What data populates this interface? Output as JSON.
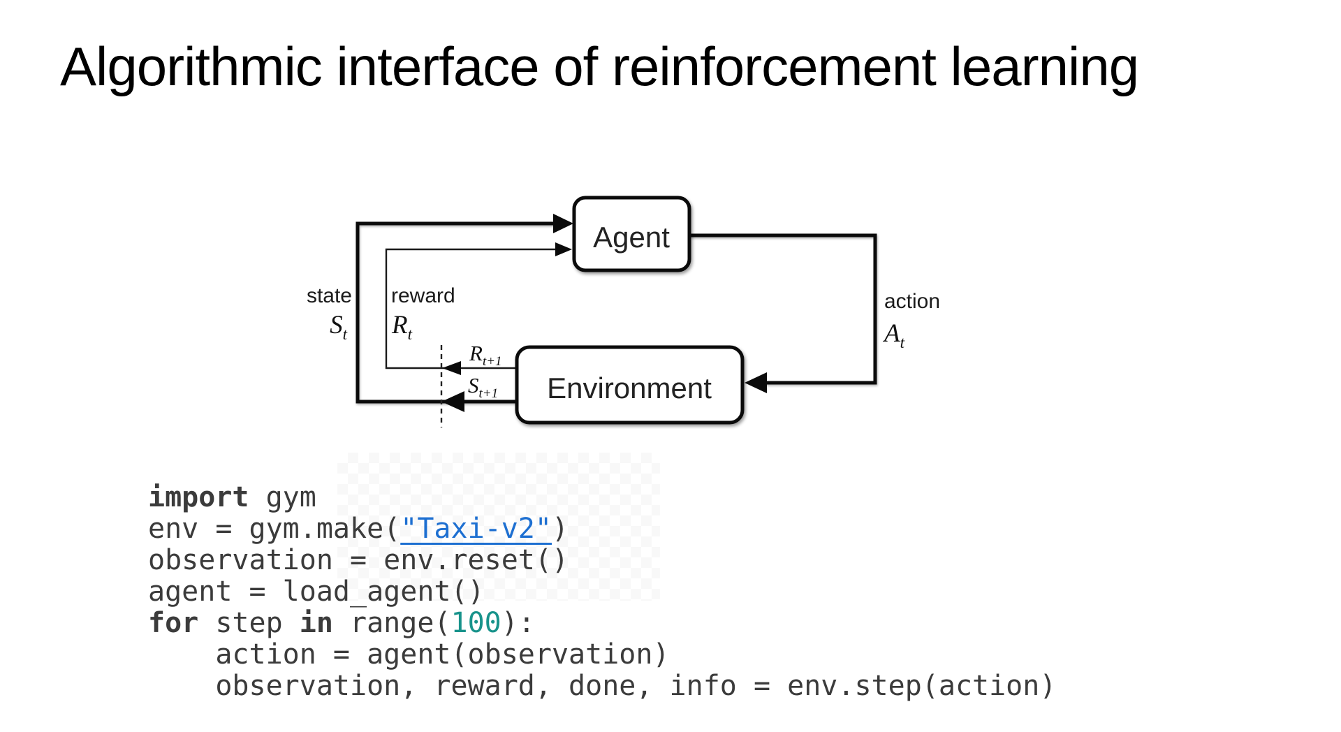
{
  "title": "Algorithmic interface of reinforcement learning",
  "diagram": {
    "agent_label": "Agent",
    "environment_label": "Environment",
    "state_label": "state",
    "reward_label": "reward",
    "action_label": "action",
    "state_sym": {
      "base": "S",
      "sub": "t"
    },
    "reward_sym": {
      "base": "R",
      "sub": "t"
    },
    "action_sym": {
      "base": "A",
      "sub": "t"
    },
    "next_reward_sym": {
      "base": "R",
      "sub": "t+1"
    },
    "next_state_sym": {
      "base": "S",
      "sub": "t+1"
    }
  },
  "code": {
    "language": "python",
    "text_color": "#3b3b3b",
    "keyword_color": "#3b3b3b",
    "number_color": "#18938b",
    "link_color": "#1d6fd1",
    "lines": [
      {
        "segments": [
          {
            "text": "import",
            "style": "keyword"
          },
          {
            "text": " gym",
            "style": "plain"
          }
        ]
      },
      {
        "segments": [
          {
            "text": "env = gym.make(",
            "style": "plain"
          },
          {
            "text": "\"Taxi-v2\"",
            "style": "link"
          },
          {
            "text": ")",
            "style": "plain"
          }
        ]
      },
      {
        "segments": [
          {
            "text": "observation = env.reset()",
            "style": "plain"
          }
        ]
      },
      {
        "segments": [
          {
            "text": "agent = load_agent()",
            "style": "plain"
          }
        ]
      },
      {
        "segments": [
          {
            "text": "for",
            "style": "keyword"
          },
          {
            "text": " step ",
            "style": "plain"
          },
          {
            "text": "in",
            "style": "keyword"
          },
          {
            "text": " range(",
            "style": "plain"
          },
          {
            "text": "100",
            "style": "number"
          },
          {
            "text": "):",
            "style": "plain"
          }
        ]
      },
      {
        "segments": [
          {
            "text": "    action = agent(observation)",
            "style": "plain"
          }
        ]
      },
      {
        "segments": [
          {
            "text": "    observation, reward, done, info = env.step(action)",
            "style": "plain"
          }
        ]
      }
    ]
  }
}
